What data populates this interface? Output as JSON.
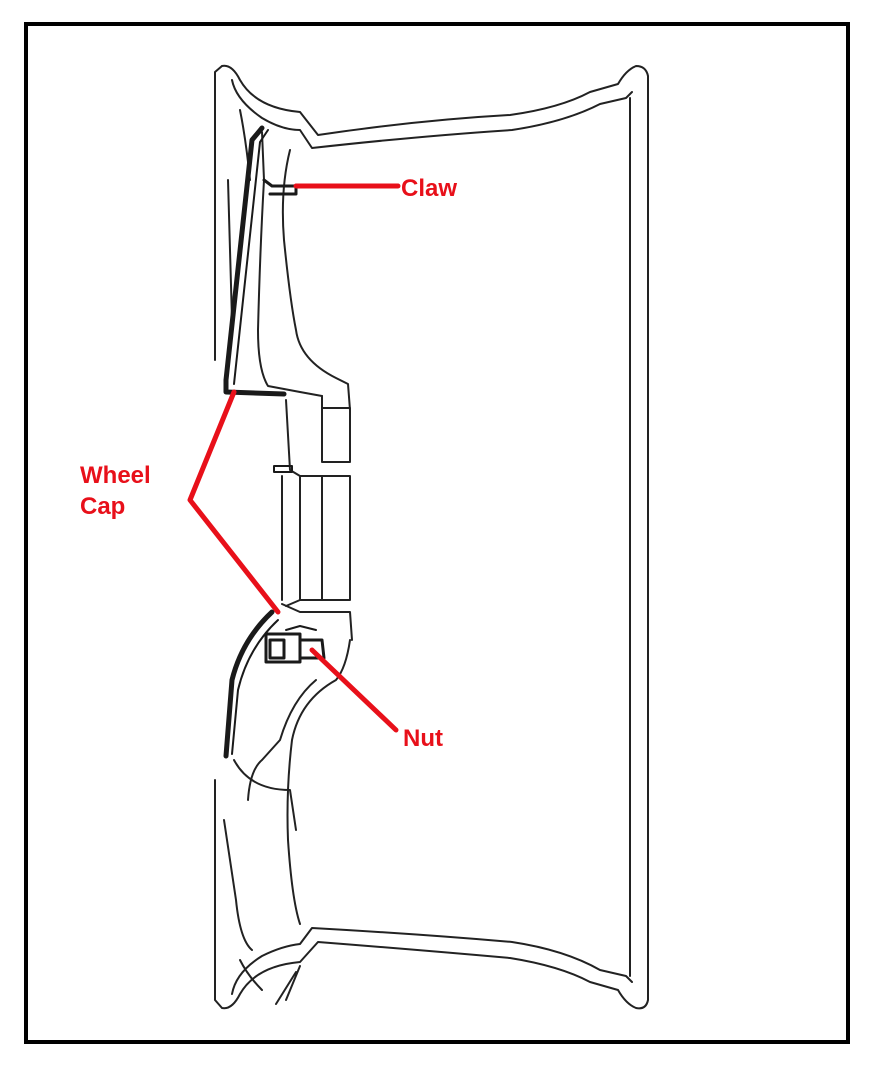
{
  "colors": {
    "label": "#e8101a",
    "leader": "#e8101a",
    "outline": "#222222",
    "frame": "#000000"
  },
  "labels": {
    "claw": "Claw",
    "wheel_cap_line1": "Wheel",
    "wheel_cap_line2": "Cap",
    "nut": "Nut"
  }
}
